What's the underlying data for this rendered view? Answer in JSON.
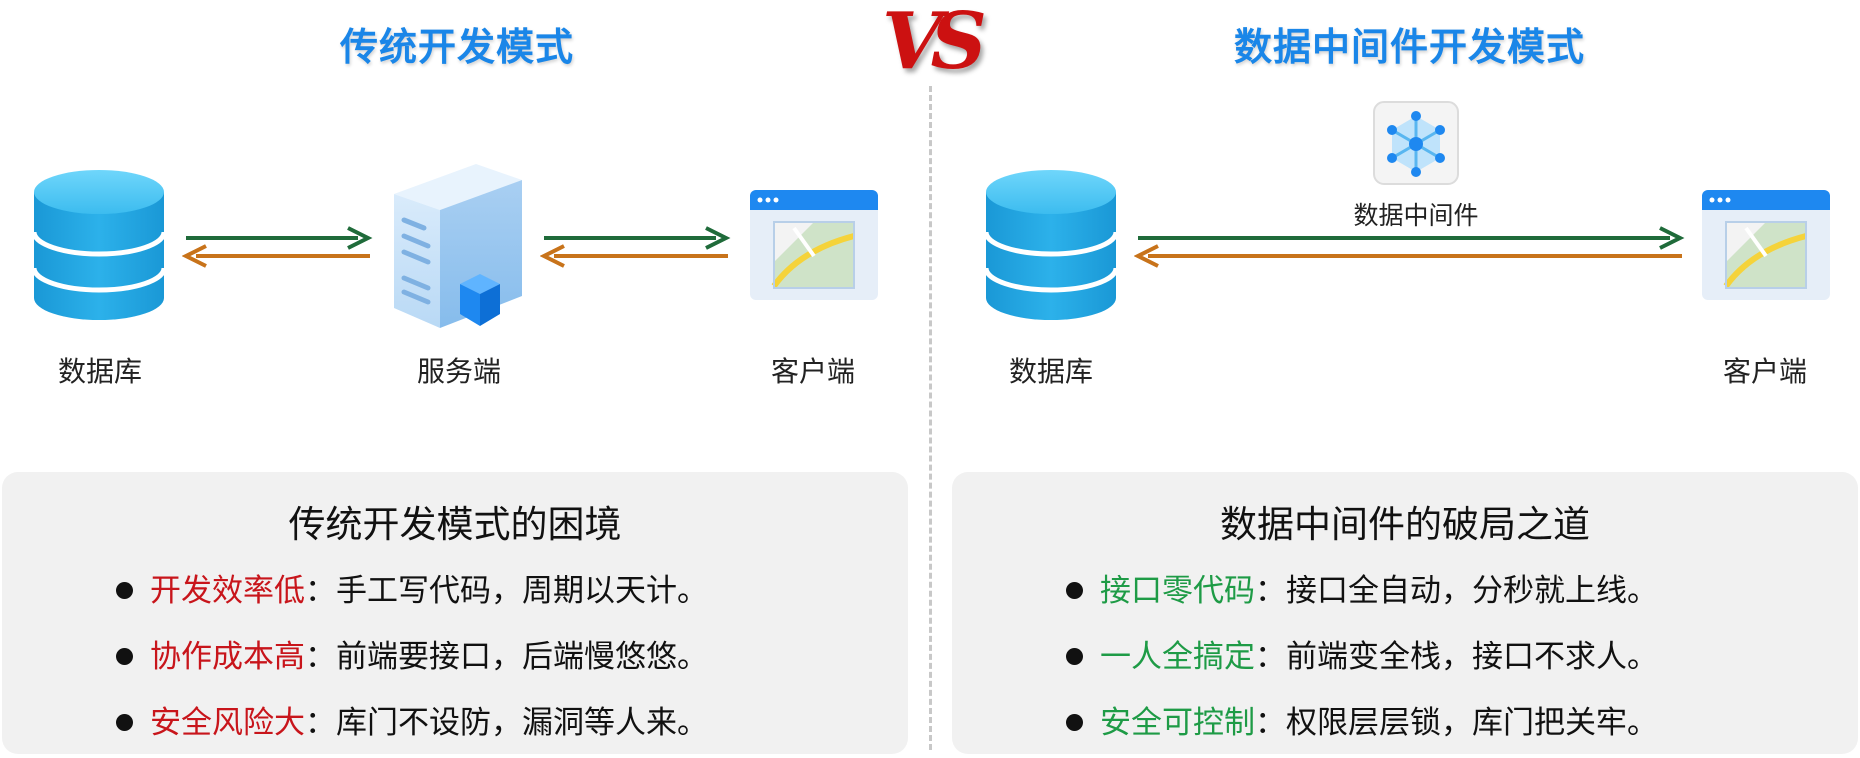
{
  "left": {
    "title": "传统开发模式",
    "nodes": {
      "database": "数据库",
      "server": "服务端",
      "client": "客户端"
    },
    "panel": {
      "heading": "传统开发模式的困境",
      "items": [
        {
          "label": "开发效率低",
          "sep": "：",
          "text": "手工写代码，周期以天计。"
        },
        {
          "label": "协作成本高",
          "sep": "：",
          "text": "前端要接口，后端慢悠悠。"
        },
        {
          "label": "安全风险大",
          "sep": "：",
          "text": "库门不设防，漏洞等人来。"
        }
      ]
    }
  },
  "vs": "VS",
  "right": {
    "title": "数据中间件开发模式",
    "nodes": {
      "database": "数据库",
      "middleware": "数据中间件",
      "client": "客户端"
    },
    "panel": {
      "heading": "数据中间件的破局之道",
      "items": [
        {
          "label": "接口零代码",
          "sep": "：",
          "text": "接口全自动，分秒就上线。"
        },
        {
          "label": "一人全搞定",
          "sep": "：",
          "text": "前端变全栈，接口不求人。"
        },
        {
          "label": "安全可控制",
          "sep": "：",
          "text": "权限层层锁，库门把关牢。"
        }
      ]
    }
  },
  "colors": {
    "title_blue": "#1a86e8",
    "vs_red": "#cc1111",
    "arrow_green": "#1f6b3a",
    "arrow_orange": "#c8731a",
    "problem_red": "#c8151b",
    "solution_green": "#1e9b46",
    "panel_bg": "#f1f1f1",
    "database_blue": "#1fa3dc"
  },
  "icons": {
    "database": "database-cylinder-icon",
    "server": "server-tower-icon",
    "client": "browser-map-window-icon",
    "middleware": "hexagon-network-icon"
  }
}
